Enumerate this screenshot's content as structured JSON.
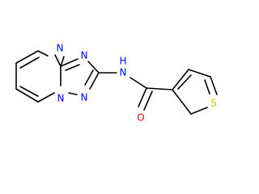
{
  "molecule": {
    "atoms": {
      "n_pyr1": {
        "symbol": "N",
        "color": "#0000ff"
      },
      "n_tri_top": {
        "symbol": "N",
        "color": "#0000ff"
      },
      "n_bridge": {
        "symbol": "N",
        "color": "#0000ff"
      },
      "n_tri_bottom": {
        "symbol": "N",
        "color": "#0000ff"
      },
      "nh": {
        "symbol": "N",
        "color": "#0000ff"
      },
      "h_amide": {
        "symbol": "H",
        "color": "#0000ff"
      },
      "o": {
        "symbol": "O",
        "color": "#ff0000"
      },
      "s": {
        "symbol": "S",
        "color": "#cccc00"
      }
    }
  }
}
